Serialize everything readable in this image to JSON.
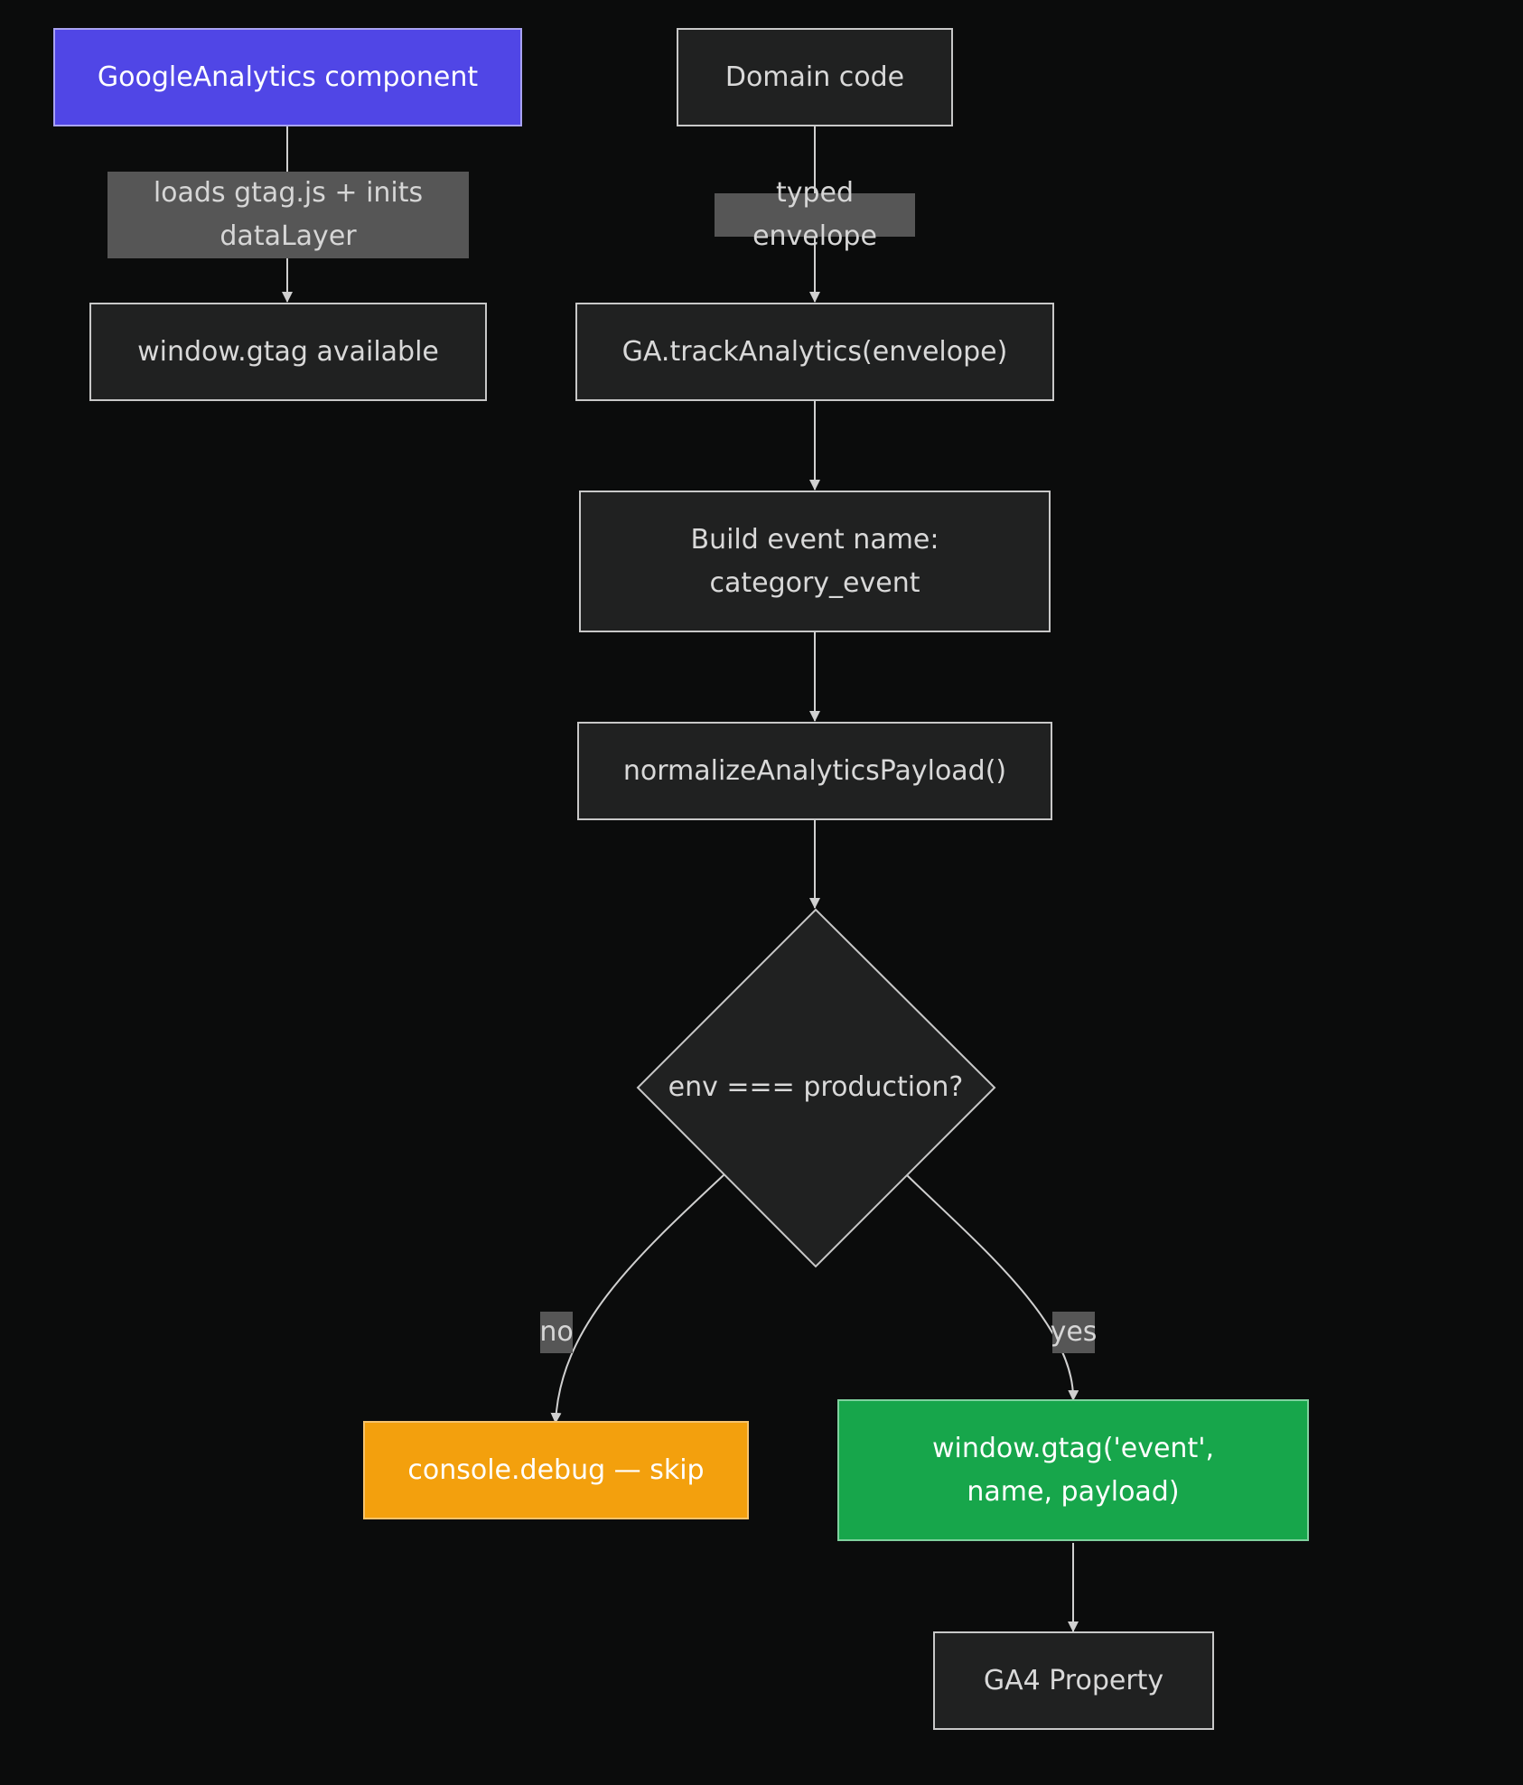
{
  "diagram": {
    "nodes": {
      "ga_component": {
        "label": "GoogleAnalytics component"
      },
      "domain_code": {
        "label": "Domain code"
      },
      "gtag_available": {
        "label": "window.gtag available"
      },
      "track_analytics": {
        "label": "GA.trackAnalytics(envelope)"
      },
      "build_event_name": {
        "label": "Build event name:\ncategory_event"
      },
      "normalize_payload": {
        "label": "normalizeAnalyticsPayload()"
      },
      "env_check": {
        "label": "env === production?"
      },
      "console_debug": {
        "label": "console.debug — skip"
      },
      "gtag_event": {
        "label": "window.gtag('event',\nname, payload)"
      },
      "ga4_property": {
        "label": "GA4 Property"
      }
    },
    "edges": {
      "loads_gtag": {
        "label": "loads gtag.js + inits\ndataLayer"
      },
      "typed_envelope": {
        "label": "typed envelope"
      },
      "no": {
        "label": "no"
      },
      "yes": {
        "label": "yes"
      }
    },
    "colors": {
      "background": "#0b0c0c",
      "node_fill": "#202121",
      "node_border": "#c8c8c8",
      "primary": "#5046e6",
      "warning": "#f3a00d",
      "success": "#17a64b",
      "edge": "#d0d0d0",
      "edge_label_bg": "#565656"
    }
  }
}
